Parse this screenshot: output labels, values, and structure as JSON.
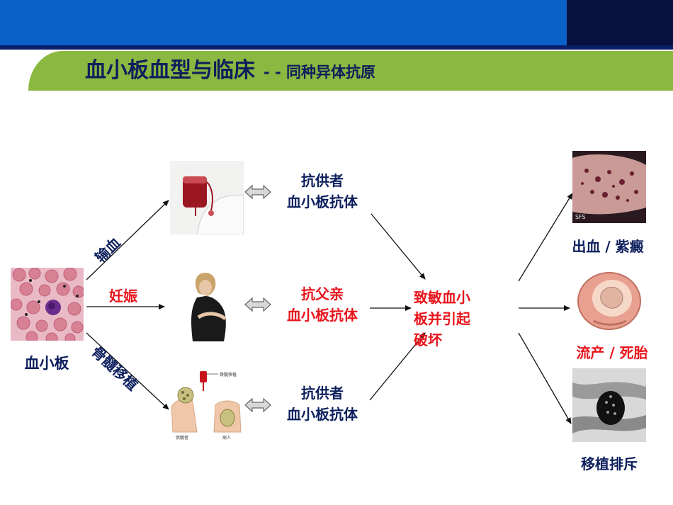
{
  "header": {
    "title": "血小板血型与临床",
    "subtitle": "- - 同种异体抗原"
  },
  "colors": {
    "header_blue": "#0a62c8",
    "header_dark": "#07113f",
    "title_bar_green": "#8ab840",
    "navy_text": "#0d1f5c",
    "red_text": "#e8141c"
  },
  "diagram": {
    "source": "血小板",
    "routes": {
      "transfusion": "输血",
      "pregnancy": "妊娠",
      "transplant": "骨髓移植"
    },
    "antibodies": {
      "top": [
        "抗供者",
        "血小板抗体"
      ],
      "middle": [
        "抗父亲",
        "血小板抗体"
      ],
      "bottom": [
        "抗供者",
        "血小板抗体"
      ]
    },
    "center": [
      "致敏血小",
      "板并引起",
      "破坏"
    ],
    "outcomes": {
      "bleeding": "出血 / 紫癜",
      "miscarriage": "流产 / 死胎",
      "rejection": "移植排斥"
    },
    "image_captions": {
      "skin_watermark": "SFS",
      "transplant_donor": "供髓者",
      "transplant_patient": "病人",
      "transplant_tag": "骨髓移植"
    },
    "icons": [
      "double-arrow-icon",
      "arrow-icon"
    ]
  }
}
